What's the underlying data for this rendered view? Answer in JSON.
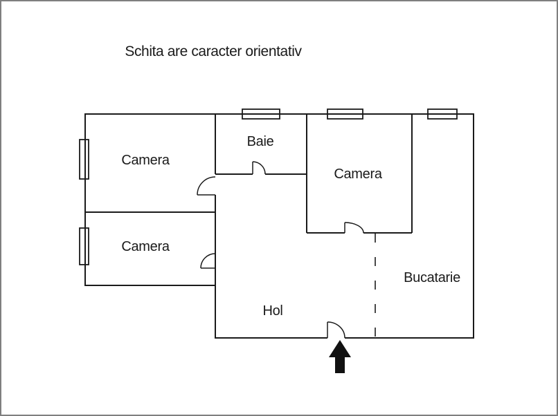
{
  "page": {
    "title": "Schita are caracter orientativ"
  },
  "rooms": {
    "camera_top_left": "Camera",
    "baie": "Baie",
    "camera_right": "Camera",
    "camera_bottom_left": "Camera",
    "hol": "Hol",
    "bucatarie": "Bucatarie"
  },
  "colors": {
    "wall_line": "#1a1a1a",
    "page_border": "#7f7f7f",
    "background": "#ffffff",
    "arrow": "#111111"
  }
}
